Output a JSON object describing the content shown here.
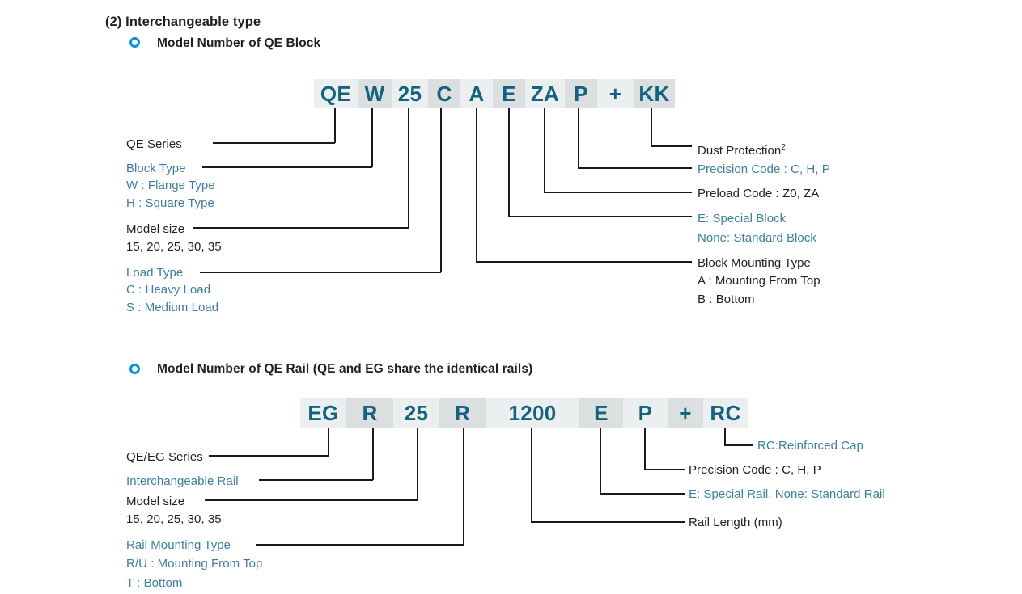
{
  "section": {
    "number_title": "(2) Interchangeable type"
  },
  "block_diagram": {
    "heading": "Model Number of QE Block",
    "bullet_icon": "ring-bullet-icon",
    "code_boxes": [
      {
        "text": "QE",
        "shade": "light"
      },
      {
        "text": "W",
        "shade": "dark"
      },
      {
        "text": "25",
        "shade": "light"
      },
      {
        "text": "C",
        "shade": "dark"
      },
      {
        "text": "A",
        "shade": "light"
      },
      {
        "text": "E",
        "shade": "dark"
      },
      {
        "text": "ZA",
        "shade": "light"
      },
      {
        "text": "P",
        "shade": "dark"
      },
      {
        "text": "+",
        "shade": "light"
      },
      {
        "text": "KK",
        "shade": "dark"
      }
    ],
    "left_labels": [
      {
        "title": "QE Series",
        "color": "black",
        "lines": []
      },
      {
        "title": "Block Type",
        "color": "blue",
        "lines": [
          "W : Flange Type",
          "H : Square Type"
        ]
      },
      {
        "title": "Model size",
        "color": "black",
        "lines": [
          "15, 20, 25, 30, 35"
        ]
      },
      {
        "title": "Load Type",
        "color": "blue",
        "lines": [
          "C : Heavy Load",
          "S : Medium Load"
        ]
      }
    ],
    "right_labels": [
      {
        "title": "Dust Protection",
        "sup": "2",
        "color": "black",
        "lines": []
      },
      {
        "title": "Precision Code : C, H, P",
        "color": "blue",
        "lines": []
      },
      {
        "title": "Preload Code : Z0, ZA",
        "color": "black",
        "lines": []
      },
      {
        "title": "E: Special Block",
        "color": "blue",
        "lines": [
          "None: Standard Block"
        ]
      },
      {
        "title": "Block Mounting Type",
        "color": "black",
        "lines": [
          "A : Mounting From Top",
          "B : Bottom"
        ]
      }
    ]
  },
  "rail_diagram": {
    "heading": "Model Number of QE Rail (QE and EG share the identical rails)",
    "bullet_icon": "ring-bullet-icon",
    "code_boxes": [
      {
        "text": "EG",
        "shade": "light"
      },
      {
        "text": "R",
        "shade": "dark"
      },
      {
        "text": "25",
        "shade": "light"
      },
      {
        "text": "R",
        "shade": "dark"
      },
      {
        "text": "1200",
        "shade": "light"
      },
      {
        "text": "E",
        "shade": "dark"
      },
      {
        "text": "P",
        "shade": "light"
      },
      {
        "text": "+",
        "shade": "dark"
      },
      {
        "text": "RC",
        "shade": "light"
      }
    ],
    "left_labels": [
      {
        "title": "QE/EG Series",
        "color": "black",
        "lines": []
      },
      {
        "title": "Interchangeable Rail",
        "color": "blue",
        "lines": []
      },
      {
        "title": "Model size",
        "color": "black",
        "lines": [
          "15, 20, 25, 30, 35"
        ]
      },
      {
        "title": "Rail Mounting Type",
        "color": "blue",
        "lines": [
          "R/U : Mounting From Top",
          "T : Bottom"
        ]
      }
    ],
    "right_labels": [
      {
        "title": "RC:Reinforced Cap",
        "color": "blue",
        "lines": []
      },
      {
        "title": "Precision Code : C, H, P",
        "color": "black",
        "lines": []
      },
      {
        "title": "E: Special Rail, None: Standard Rail",
        "color": "blue",
        "lines": []
      },
      {
        "title": "Rail Length (mm)",
        "color": "black",
        "lines": []
      }
    ]
  },
  "colors": {
    "code_text": "#13637f",
    "bullet": "#0b91d4",
    "label_blue": "#3d7e9e",
    "label_black": "#231f20",
    "box_light": "#ecefef",
    "box_dark": "#dcdfdf",
    "leader_line": "#1a1a1a"
  }
}
